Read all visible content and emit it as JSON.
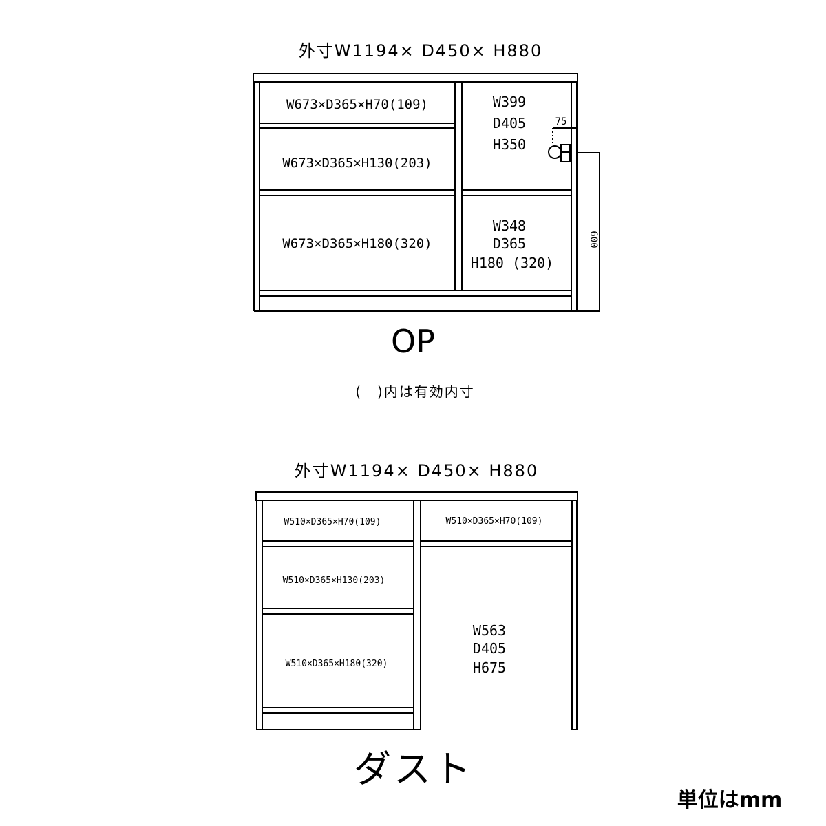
{
  "op": {
    "outer_dimensions": "外寸W1194× D450× H880",
    "drawers": [
      "W673×D365×H70(109)",
      "W673×D365×H130(203)",
      "W673×D365×H180(320)"
    ],
    "upper_right": {
      "w": "W399",
      "d": "D405",
      "h": "H350"
    },
    "lower_right": {
      "w": "W348",
      "d": "D365",
      "h": "H180 (320)"
    },
    "dim_75": "75",
    "dim_600": "600",
    "label": "OP"
  },
  "note": "(　)内は有効内寸",
  "dust": {
    "outer_dimensions": "外寸W1194× D450× H880",
    "drawers": [
      "W510×D365×H70(109)",
      "W510×D365×H130(203)",
      "W510×D365×H180(320)"
    ],
    "right_drawer": "W510×D365×H70(109)",
    "open_space": {
      "w": "W563",
      "d": "D405",
      "h": "H675"
    },
    "label": "ダスト"
  },
  "unit": "単位はmm"
}
